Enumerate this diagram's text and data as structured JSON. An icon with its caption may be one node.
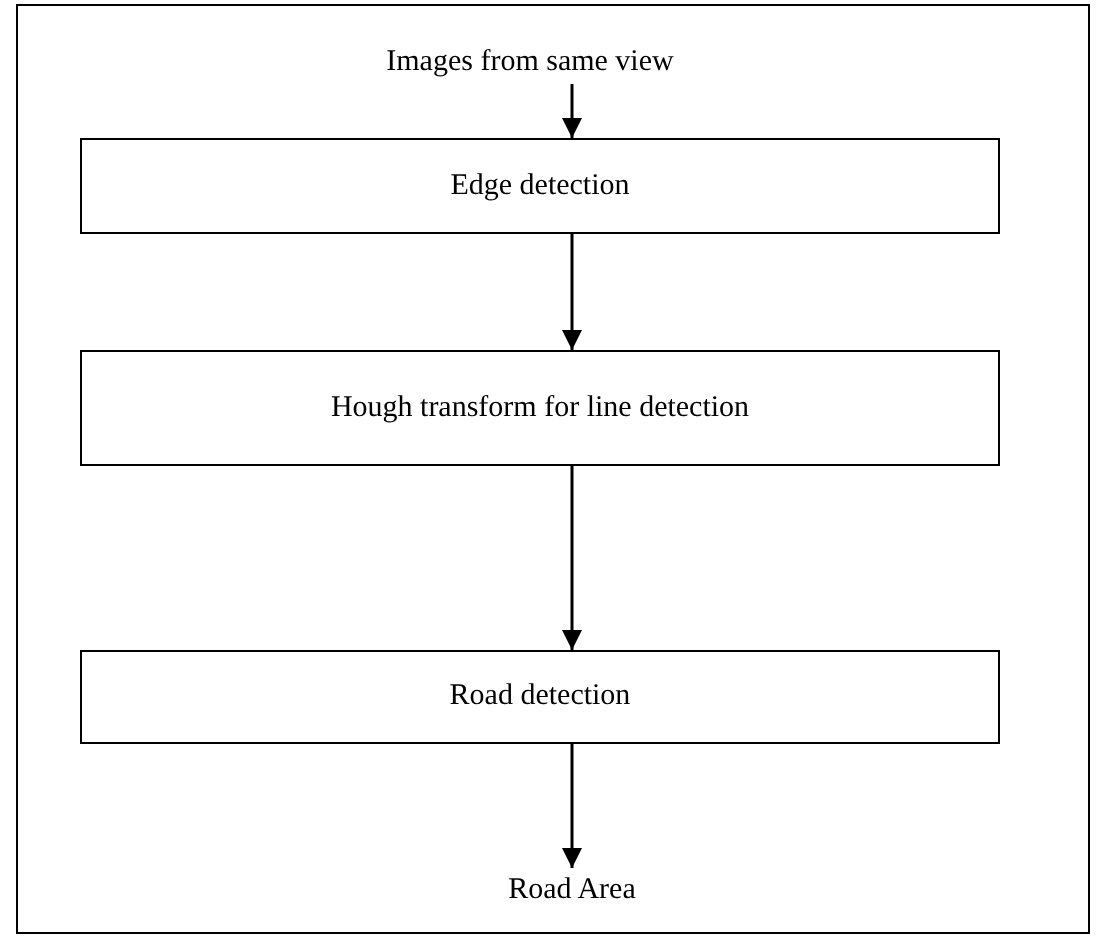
{
  "diagram": {
    "nodes": [
      {
        "text": [
          "Images from same view"
        ]
      },
      {
        "text": [
          "Edge detection"
        ]
      },
      {
        "text": [
          "Hough transform for line detection"
        ]
      },
      {
        "text": [
          "Road detection"
        ]
      },
      {
        "text": [
          "Road Area"
        ]
      }
    ],
    "edges": [
      {
        "from": 0,
        "to": 1,
        "arrow": "to"
      },
      {
        "from": 1,
        "to": 2,
        "arrow": "to"
      },
      {
        "from": 2,
        "to": 3,
        "arrow": "to"
      },
      {
        "from": 3,
        "to": 4,
        "arrow": "to"
      }
    ]
  }
}
